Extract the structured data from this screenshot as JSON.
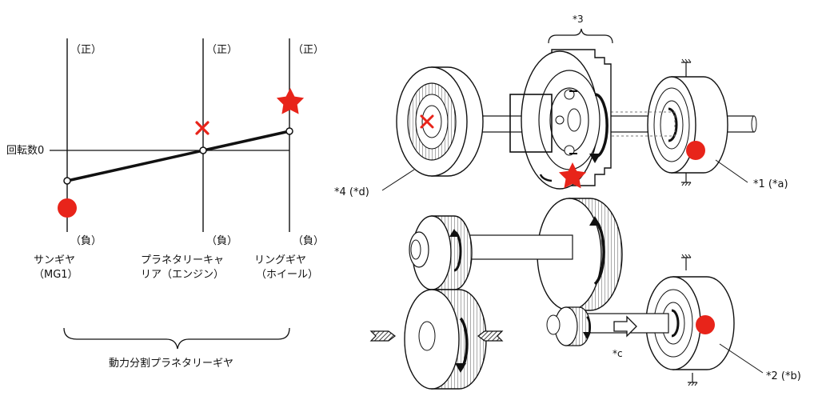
{
  "nomograph": {
    "axes": [
      {
        "id": "sun",
        "positive_label": "（正）",
        "negative_label": "（負）",
        "name_line1": "サンギヤ",
        "name_line2": "（MG1）",
        "marker": "circle",
        "marker_color": "#e8241a"
      },
      {
        "id": "carrier",
        "positive_label": "（正）",
        "negative_label": "（負）",
        "name_line1": "プラネタリーキャ",
        "name_line2": "リア（エンジン）",
        "marker": "cross",
        "marker_color": "#e8241a"
      },
      {
        "id": "ring",
        "positive_label": "（正）",
        "negative_label": "（負）",
        "name_line1": "リングギヤ",
        "name_line2": "（ホイール）",
        "marker": "star",
        "marker_color": "#e8241a"
      }
    ],
    "zero_label": "回転数0",
    "brace_label": "動力分割プラネタリーギヤ"
  },
  "callouts": {
    "c1": "*1 (*a)",
    "c2": "*2 (*b)",
    "c3": "*3",
    "c4": "*4 (*d)",
    "cc": "*c"
  },
  "colors": {
    "accent": "#e8241a",
    "line": "#111111"
  }
}
